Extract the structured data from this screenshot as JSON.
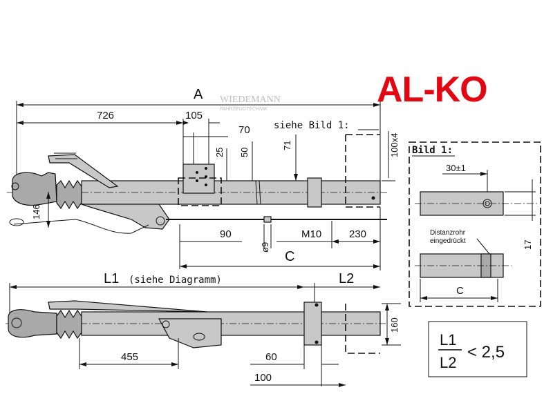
{
  "brand": {
    "logo_text": "AL-KO",
    "logo_color": "#e30613",
    "watermark_main": "WIEDEMANN",
    "watermark_sub": "FAHRZEUGTECHNIK"
  },
  "dimensions": {
    "A": "A",
    "d726": "726",
    "d105": "105",
    "d70": "70",
    "d25": "25",
    "d50": "50",
    "d71": "71",
    "d100x4": "100x4",
    "d146": "146",
    "d90": "90",
    "d9": "ø9",
    "M10": "M10",
    "d230": "230",
    "C": "C",
    "L1": "L1",
    "L1_note": "(siehe Diagramm)",
    "L2": "L2",
    "d160": "160",
    "d455": "455",
    "d60": "60",
    "d100": "100"
  },
  "notes": {
    "siehe_bild": "siehe Bild 1:"
  },
  "detail": {
    "title": "Bild 1:",
    "d30": "30±1",
    "d17": "17",
    "distanz1": "Distanzrohr",
    "distanz2": "eingedrückt",
    "C": "C"
  },
  "formula": {
    "numerator": "L1",
    "denominator": "L2",
    "relation": "< 2,5"
  }
}
